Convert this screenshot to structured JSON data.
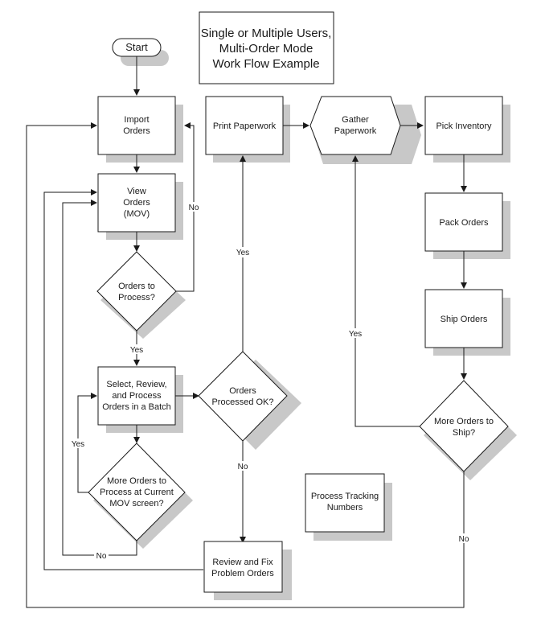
{
  "title": [
    "Single or Multiple Users,",
    "Multi-Order Mode",
    "Work Flow Example"
  ],
  "nodes": {
    "start": "Start",
    "import_orders": [
      "Import",
      "Orders"
    ],
    "view_orders": [
      "View",
      "Orders",
      "(MOV)"
    ],
    "orders_to_process": [
      "Orders to",
      "Process?"
    ],
    "select_review": [
      "Select, Review,",
      "and Process",
      "Orders in a Batch"
    ],
    "more_orders_mov": [
      "More Orders to",
      "Process at Current",
      "MOV screen?"
    ],
    "print_paperwork": "Print Paperwork",
    "orders_processed_ok": [
      "Orders",
      "Processed OK?"
    ],
    "review_fix": [
      "Review and Fix",
      "Problem Orders"
    ],
    "gather_paperwork": [
      "Gather",
      "Paperwork"
    ],
    "pick_inventory": "Pick Inventory",
    "pack_orders": "Pack Orders",
    "ship_orders": "Ship Orders",
    "more_orders_ship": [
      "More Orders to",
      "Ship?"
    ],
    "process_tracking": [
      "Process Tracking",
      "Numbers"
    ]
  },
  "edge_labels": {
    "no_import": "No",
    "yes_select": "Yes",
    "yes_more_mov": "Yes",
    "no_more_mov": "No",
    "yes_print": "Yes",
    "no_review": "No",
    "yes_gather": "Yes",
    "no_ship": "No"
  },
  "colors": {
    "shadow": "#c8c8c8",
    "stroke": "#1a1a1a",
    "fill": "#ffffff"
  }
}
